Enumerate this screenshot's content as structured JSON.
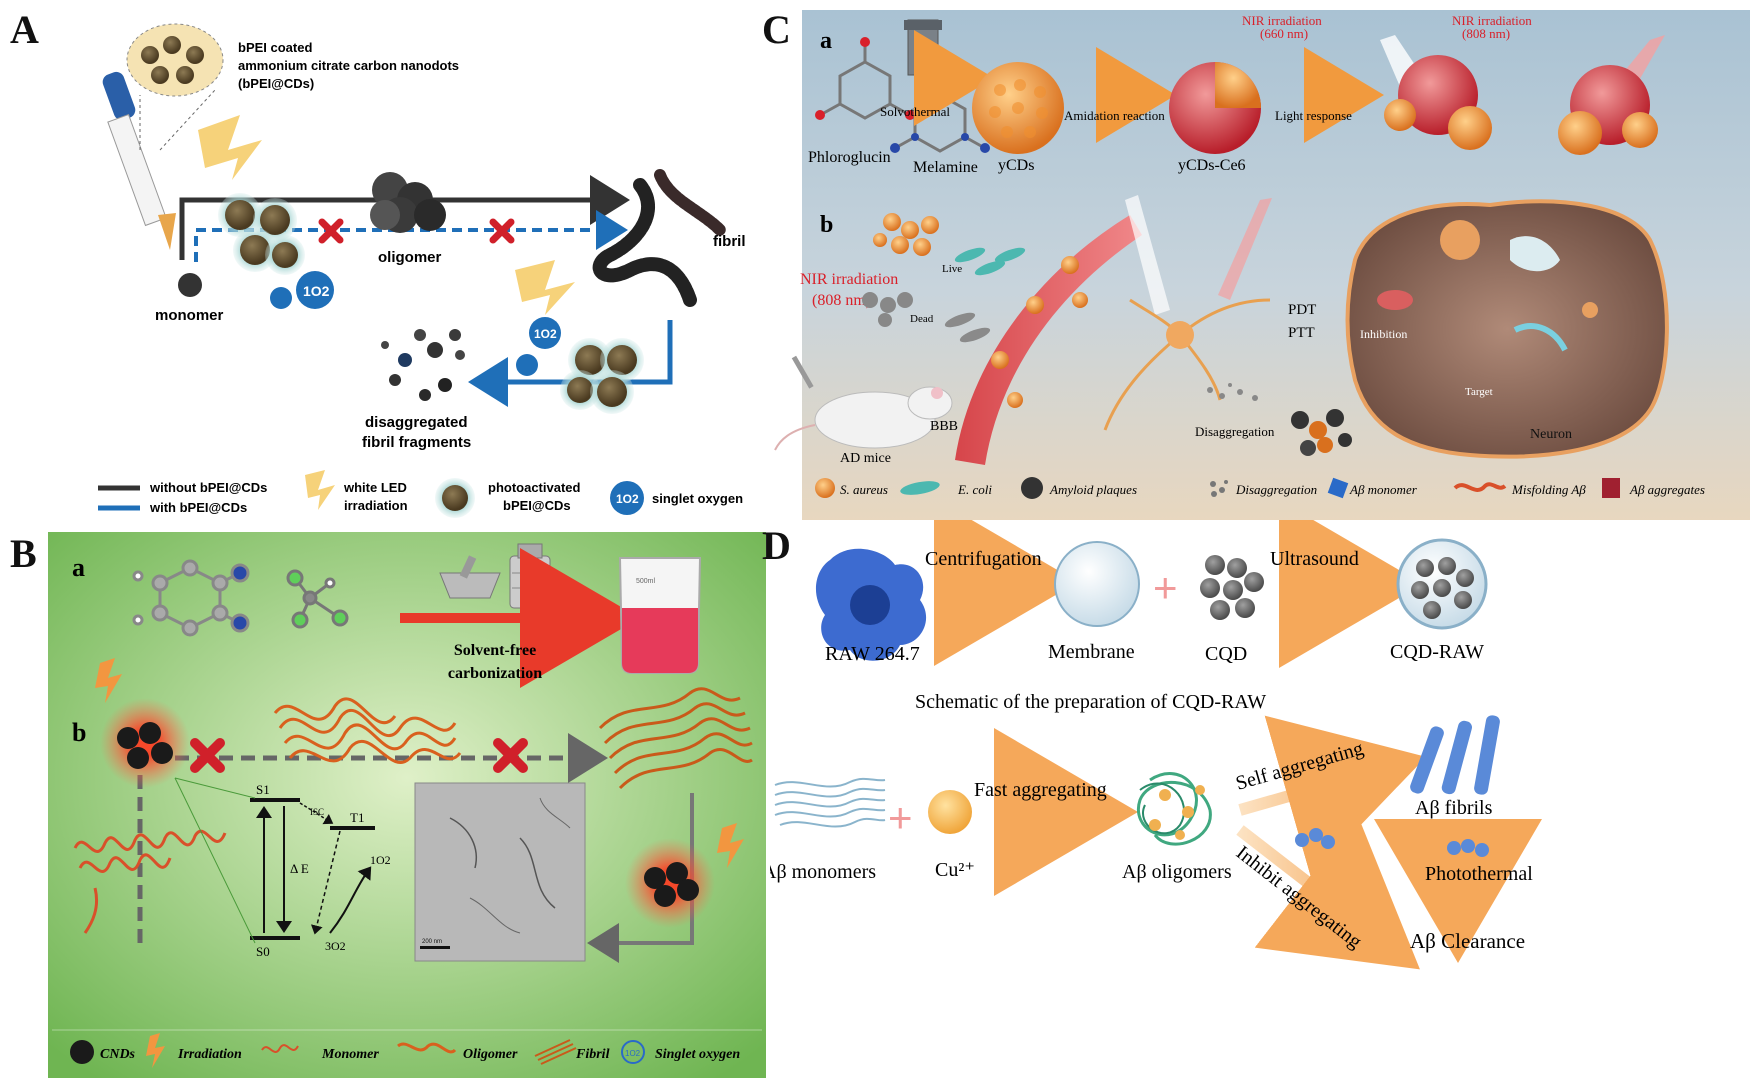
{
  "panels": {
    "A": {
      "label": "A",
      "cd_label_1": "bPEI coated",
      "cd_label_2": "ammonium citrate carbon nanodots",
      "cd_label_3": "(bPEI@CDs)",
      "monomer": "monomer",
      "oligomer": "oligomer",
      "fibril": "fibril",
      "fragments_1": "disaggregated",
      "fragments_2": "fibril fragments",
      "o2": "1O2",
      "legend": {
        "without": "without bPEI@CDs",
        "with": "with bPEI@CDs",
        "led_1": "white LED",
        "led_2": "irradiation",
        "photo_1": "photoactivated",
        "photo_2": "bPEI@CDs",
        "singlet": "singlet oxygen"
      }
    },
    "B": {
      "label": "B",
      "sub_a": "a",
      "sub_b": "b",
      "solvent_1": "Solvent-free",
      "solvent_2": "carbonization",
      "beaker_label": "500ml",
      "s1": "S1",
      "t1": "T1",
      "isc": "ISC",
      "delta_e": "Δ E",
      "o2_singlet": "1O2",
      "o2_triplet": "3O2",
      "s0": "S0",
      "scale": "200 nm",
      "legend": {
        "cnds": "CNDs",
        "irradiation": "Irradiation",
        "monomer": "Monomer",
        "oligomer": "Oligomer",
        "fibril": "Fibril",
        "singlet": "Singlet oxygen",
        "o2": "1O2"
      }
    },
    "C": {
      "label": "C",
      "sub_a": "a",
      "sub_b": "b",
      "nir_660_1": "NIR irradiation",
      "nir_660_2": "(660 nm)",
      "nir_808_1": "NIR irradiation",
      "nir_808_2": "(808 nm)",
      "ce6": "Ce6",
      "solvothermal": "Solvothermal",
      "amidation": "Amidation reaction",
      "light_response": "Light response",
      "phloroglucin": "Phloroglucin",
      "melamine": "Melamine",
      "ycds": "yCDs",
      "ycds_ce6": "yCDs-Ce6",
      "nir_left_1": "NIR irradiation",
      "nir_left_2": "(808 nm)",
      "live": "Live",
      "dead": "Dead",
      "pdt": "PDT",
      "ptt": "PTT",
      "inhibition": "Inhibition",
      "target": "Target",
      "bbb": "BBB",
      "ad_mice": "AD mice",
      "disaggregation": "Disaggregation",
      "neuron": "Neuron",
      "legend": {
        "saureus": "S. aureus",
        "ecoli": "E. coli",
        "plaques": "Amyloid plaques",
        "disagg": "Disaggregation",
        "monomer": "Aβ monomer",
        "misfolding": "Misfolding Aβ",
        "aggregates": "Aβ aggregates"
      }
    },
    "D": {
      "label": "D",
      "centrifugation": "Centrifugation",
      "ultrasound": "Ultrasound",
      "raw": "RAW 264.7",
      "membrane": "Membrane",
      "cqd": "CQD",
      "cqd_raw": "CQD-RAW",
      "plus": "+",
      "schematic": "Schematic of the preparation of CQD-RAW",
      "fast_agg": "Fast aggregating",
      "self_agg": "Self aggregating",
      "inhibit_agg": "Inhibit aggregating",
      "ab_monomers": "Aβ monomers",
      "cu": "Cu²⁺",
      "ab_oligomers": "Aβ oligomers",
      "ab_fibrils": "Aβ fibrils",
      "photothermal": "Photothermal",
      "clearance": "Aβ Clearance"
    }
  },
  "colors": {
    "blue_path": "#1f6fb8",
    "dark_path": "#333333",
    "red_x": "#d0202a",
    "panel_b_bg": "#8cc870",
    "panel_c_bg": "#bcd0dc",
    "orange_arrow": "#f4b36a"
  }
}
